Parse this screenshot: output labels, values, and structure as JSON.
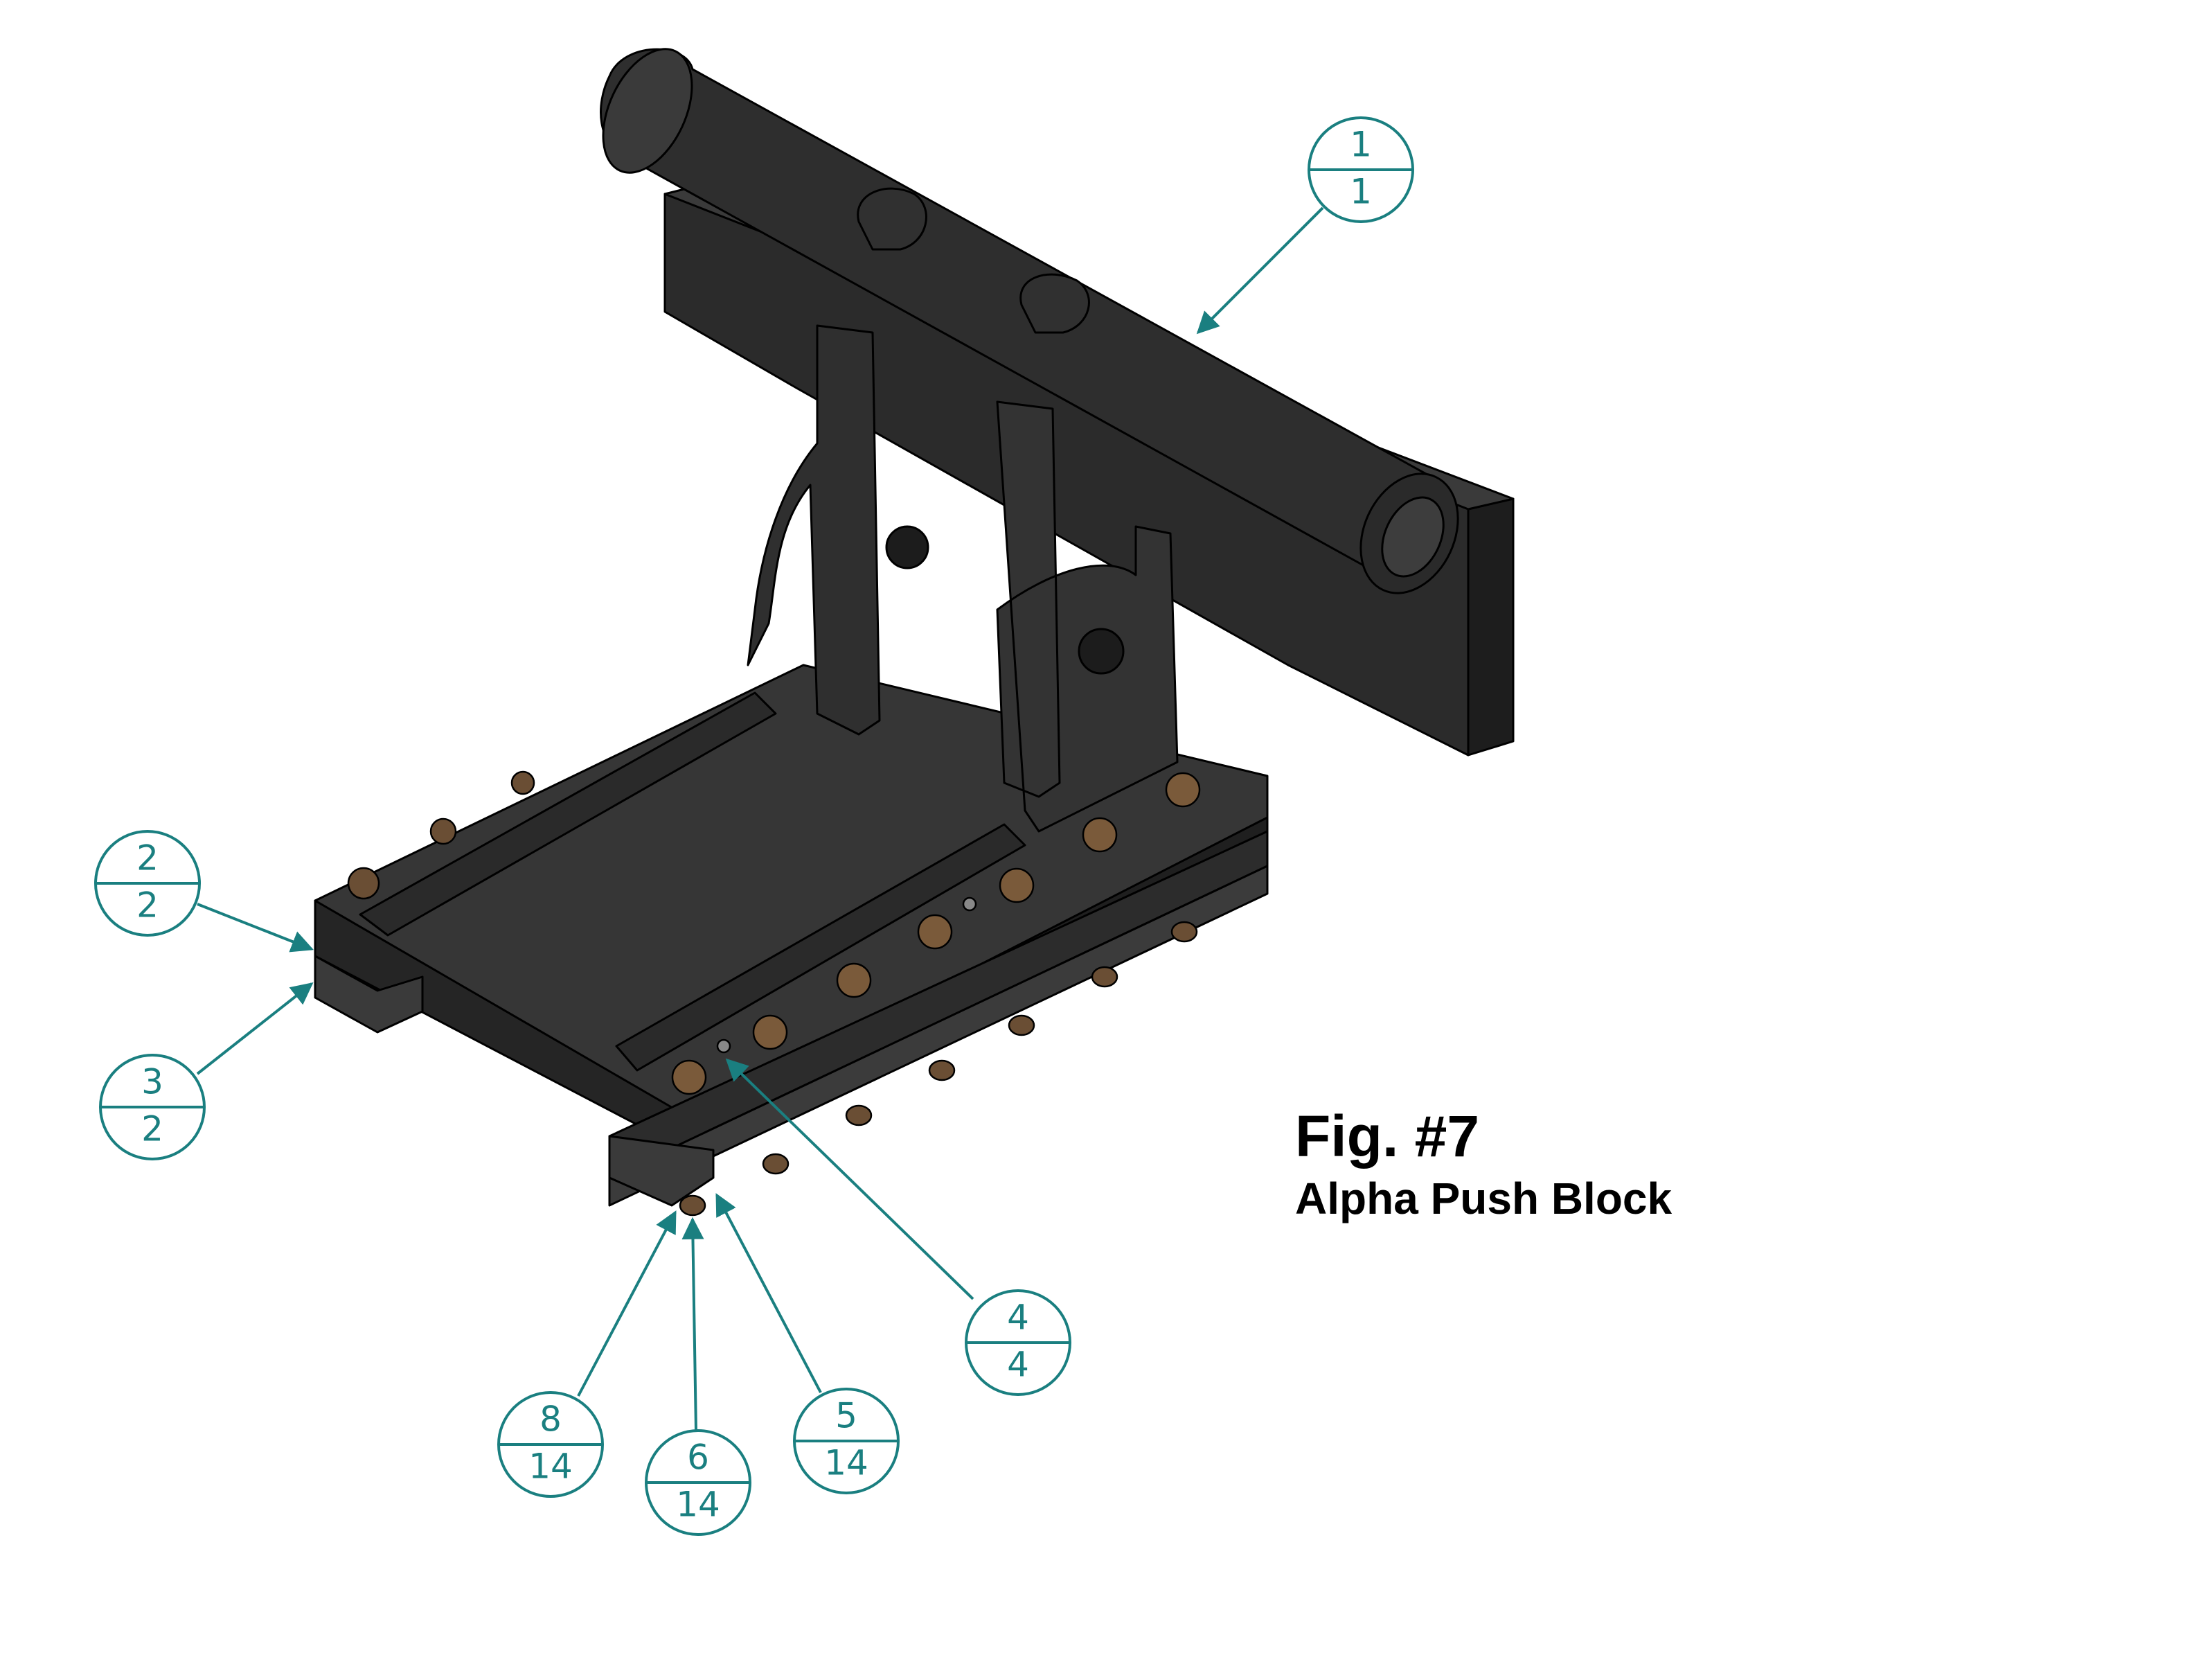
{
  "figure": {
    "title": "Fig. #7",
    "subtitle": "Alpha Push Block"
  },
  "colors": {
    "leader": "#1a7f80",
    "part_dark": "#262626",
    "part_mid": "#333333",
    "part_light": "#454545",
    "edge": "#000000",
    "bolt": "#7a5a3a"
  },
  "balloons": [
    {
      "id": "balloon-1",
      "item": "1",
      "qty": "1"
    },
    {
      "id": "balloon-2",
      "item": "2",
      "qty": "2"
    },
    {
      "id": "balloon-3",
      "item": "3",
      "qty": "2"
    },
    {
      "id": "balloon-4",
      "item": "4",
      "qty": "4"
    },
    {
      "id": "balloon-5",
      "item": "5",
      "qty": "14"
    },
    {
      "id": "balloon-6",
      "item": "6",
      "qty": "14"
    },
    {
      "id": "balloon-8",
      "item": "8",
      "qty": "14"
    }
  ]
}
